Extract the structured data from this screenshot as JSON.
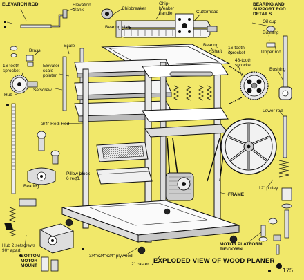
{
  "diagram": {
    "title": "EXPLODED VIEW OF WOOD PLANER",
    "page_number": "175",
    "background": "#f1e86a",
    "labels": {
      "elevation_rod": "ELEVATION ROD",
      "elevation_crank": "Elevation\ncrank",
      "chipbreaker": "Chipbreaker",
      "chipbreaker_handle": "Chip-\nbreaker\nhandle",
      "cutterhead": "Cutterhead",
      "bearing_support_rod": "BEARING AND\nSUPPORT ROD\nDETAILS",
      "oil_cup": "Oil cup",
      "bearing_plate": "Bearing plate",
      "brass": "Brass",
      "scale": "Scale",
      "bearing_right": "Bearing",
      "shaft": "Shaft",
      "bushing_top": "Bushing",
      "sprocket_16_left": "16-tooth\nsprocket",
      "elevator_scale_pointer": "Elevator\nscale\npointer",
      "sprocket_16_right": "16-tooth\nsprocket",
      "sprocket_48": "48-tooth\nsprocket",
      "upper_rod": "Upper rod",
      "setscrew": "Setscrew",
      "hub_left": "Hub",
      "bushing_mid": "Bushing",
      "lower_rod": "Lower rod",
      "redi_rod": "3/4\" Redi Rod",
      "pillow_block": "Pillow block\n6 reqd.",
      "bearing_left": "Bearing",
      "frame": "FRAME",
      "pulley_12": "12\" pulley",
      "hub_2_setscrews": "Hub 2 setscrews\n90° apart",
      "bottom_motor_mount": "BOTTOM\nMOTOR\nMOUNT",
      "plywood": "3/4\"x24\"x24\" plywood",
      "caster": "2\" caster",
      "motor_platform_tie_down": "MOTOR PLATFORM\nTIE-DOWN"
    }
  }
}
